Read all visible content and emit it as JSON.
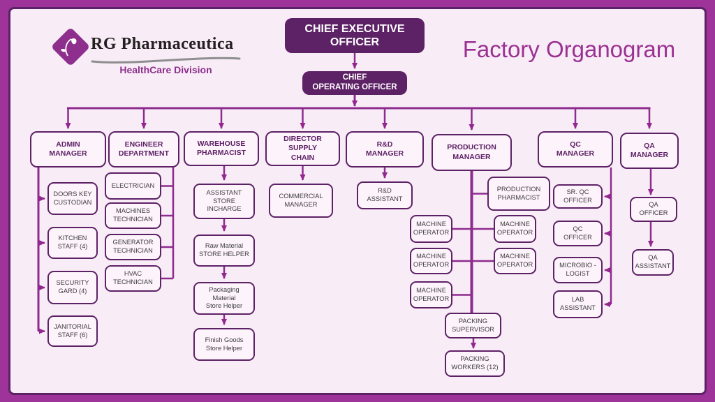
{
  "header": {
    "logo": {
      "icon": "flower-diamond-icon",
      "company": "RG Pharmaceutica",
      "division": "HealthCare Division"
    },
    "title": "Factory Organogram"
  },
  "executives": {
    "ceo": "CHIEF EXECUTIVE OFFICER",
    "coo": [
      "CHIEF",
      "OPERATING OFFICER"
    ]
  },
  "branches": {
    "admin": {
      "head": "ADMIN MANAGER",
      "children": [
        "DOORS KEY CUSTODIAN",
        "KITCHEN STAFF (4)",
        "SECURITY GARD (4)",
        "JANITORIAL STAFF (6)"
      ]
    },
    "engineering": {
      "head": "ENGINEER DEPARTMENT",
      "children": [
        "ELECTRICIAN",
        "MACHINES TECHNICIAN",
        "GENERATOR TECHNICIAN",
        "HVAC TECHNICIAN"
      ]
    },
    "warehouse": {
      "head": "WAREHOUSE PHARMACIST",
      "children": [
        "ASSISTANT STORE INCHARGE",
        "Raw Material STORE HELPER",
        "Packaging Material Store Helper",
        "Finish Goods Store Helper"
      ]
    },
    "supply_chain": {
      "head": "DIRECTOR SUPPLY CHAIN",
      "children": [
        "COMMERCIAL MANAGER"
      ]
    },
    "rnd": {
      "head": "R&D MANAGER",
      "children": [
        "R&D ASSISTANT"
      ]
    },
    "production": {
      "head": "PRODUCTION MANAGER",
      "left_children": [
        "MACHINE OPERATOR",
        "MACHINE OPERATOR",
        "MACHINE OPERATOR"
      ],
      "right_children": [
        "PRODUCTION PHARMACIST",
        "MACHINE OPERATOR",
        "MACHINE OPERATOR"
      ],
      "chain": [
        "PACKING SUPERVISOR",
        "PACKING WORKERS (12)"
      ]
    },
    "qc": {
      "head": "QC MANAGER",
      "children": [
        "SR. QC OFFICER",
        "QC OFFICER",
        "MICROBIO - LOGIST",
        "LAB ASSISTANT"
      ]
    },
    "qa": {
      "head": "QA MANAGER",
      "children": [
        "QA OFFICER",
        "QA ASSISTANT"
      ]
    }
  },
  "colors": {
    "frame": "#9e3399",
    "panel_bg": "#f8edf6",
    "panel_border": "#5d2166",
    "node_border": "#5d2166",
    "node_fill": "#fdf4fb",
    "executive_fill": "#5d2166",
    "executive_text": "#ffffff",
    "head_text": "#5d2166",
    "child_text": "#3d3c3e",
    "connector": "#8e2b8e",
    "title_text": "#9b3192",
    "company_text": "#242021",
    "division_text": "#8e2f8e",
    "swoosh": "#8e8d90",
    "logo_diamond": "#8e2f8e"
  }
}
